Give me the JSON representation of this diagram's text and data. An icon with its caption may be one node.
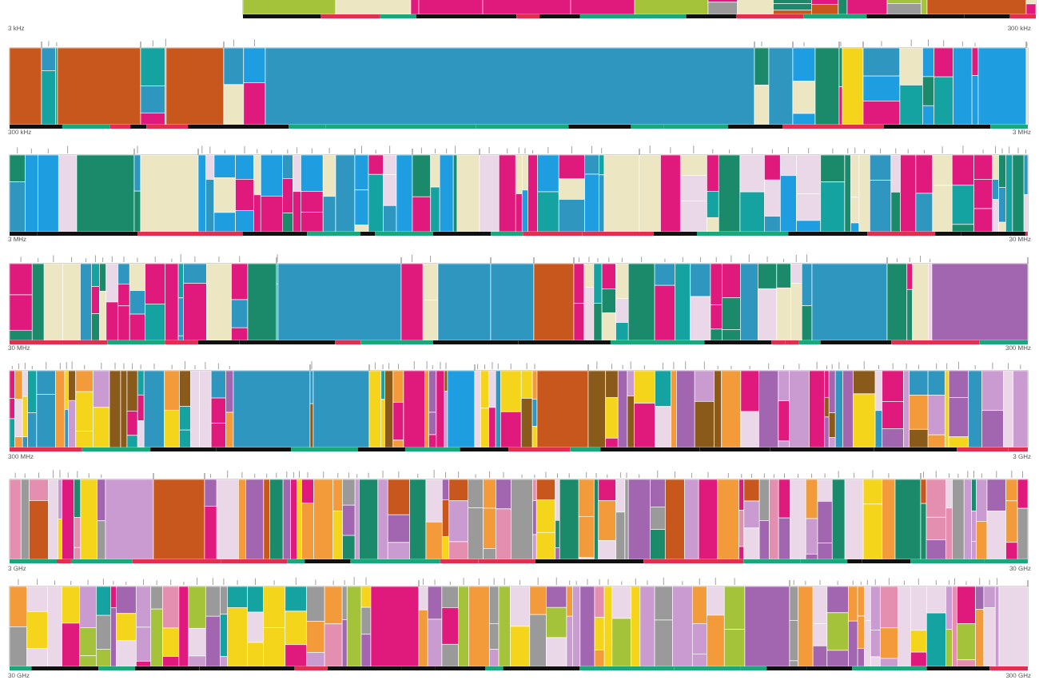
{
  "diagram": {
    "labels": [
      "3 kHz",
      "300 kHz",
      "300 kHz",
      "3 MHz",
      "3 MHz",
      "30 MHz",
      "30 MHz",
      "300 MHz",
      "300 MHz",
      "3 GHz",
      "3 GHz",
      "30 GHz",
      "30 GHz",
      "300 GHz"
    ]
  }
}
